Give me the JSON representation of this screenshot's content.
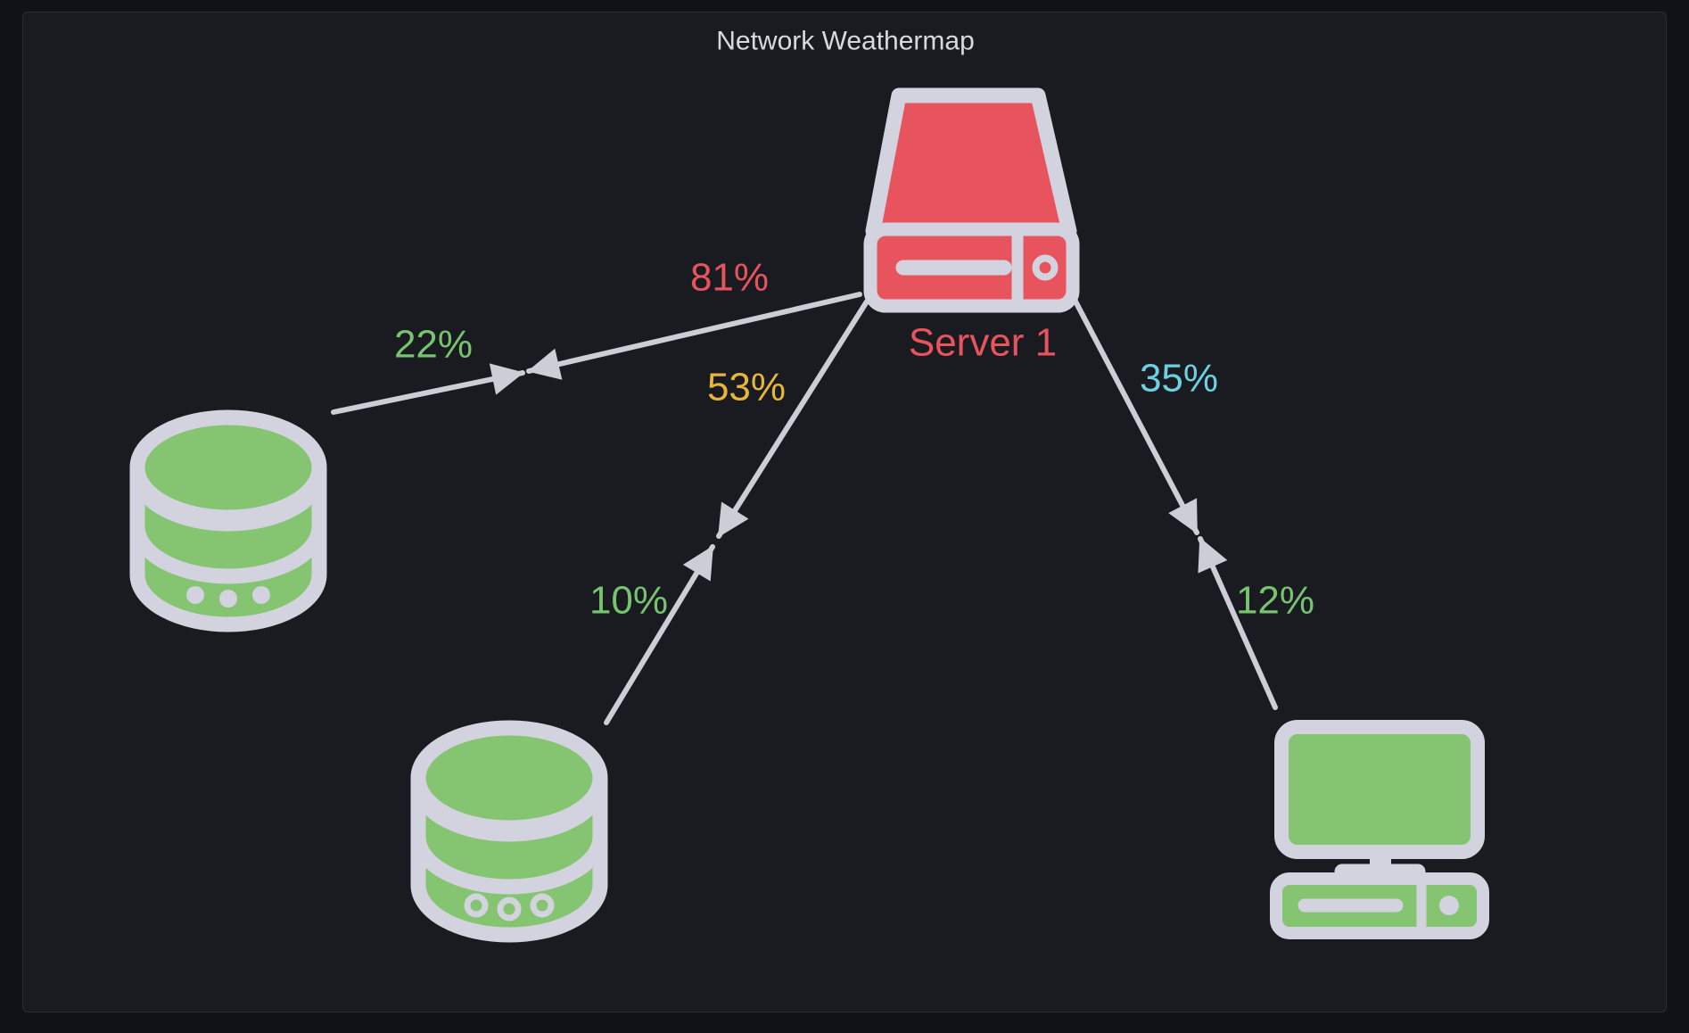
{
  "panel": {
    "title": "Network Weathermap",
    "title_color": "#D8D9DA",
    "background": "#1A1B20",
    "outer_background": "#111217",
    "border_color": "#2B2D33"
  },
  "palette": {
    "red": "#E8545E",
    "green": "#77C36F",
    "yellow": "#E6B63C",
    "cyan": "#6DD0E0",
    "icon_green": "#85C470",
    "icon_red": "#E8545E",
    "icon_outline": "#D2D3DE",
    "link_line": "#CCCDD7"
  },
  "nodes": {
    "server1": {
      "label": "Server 1",
      "type": "server",
      "label_color": "#E8545E"
    },
    "database_left": {
      "type": "database"
    },
    "database_bottom": {
      "type": "database"
    },
    "workstation": {
      "type": "workstation"
    }
  },
  "links": [
    {
      "from": "database_left",
      "to": "server1",
      "labels": [
        {
          "text": "22%",
          "value": 22,
          "color": "#77C36F",
          "side": "database_left"
        },
        {
          "text": "81%",
          "value": 81,
          "color": "#E8545E",
          "side": "server1"
        }
      ]
    },
    {
      "from": "database_bottom",
      "to": "server1",
      "labels": [
        {
          "text": "53%",
          "value": 53,
          "color": "#E6B63C",
          "side": "server1"
        },
        {
          "text": "10%",
          "value": 10,
          "color": "#77C36F",
          "side": "database_bottom"
        }
      ]
    },
    {
      "from": "workstation",
      "to": "server1",
      "labels": [
        {
          "text": "35%",
          "value": 35,
          "color": "#6DD0E0",
          "side": "server1"
        },
        {
          "text": "12%",
          "value": 12,
          "color": "#77C36F",
          "side": "workstation"
        }
      ]
    }
  ]
}
